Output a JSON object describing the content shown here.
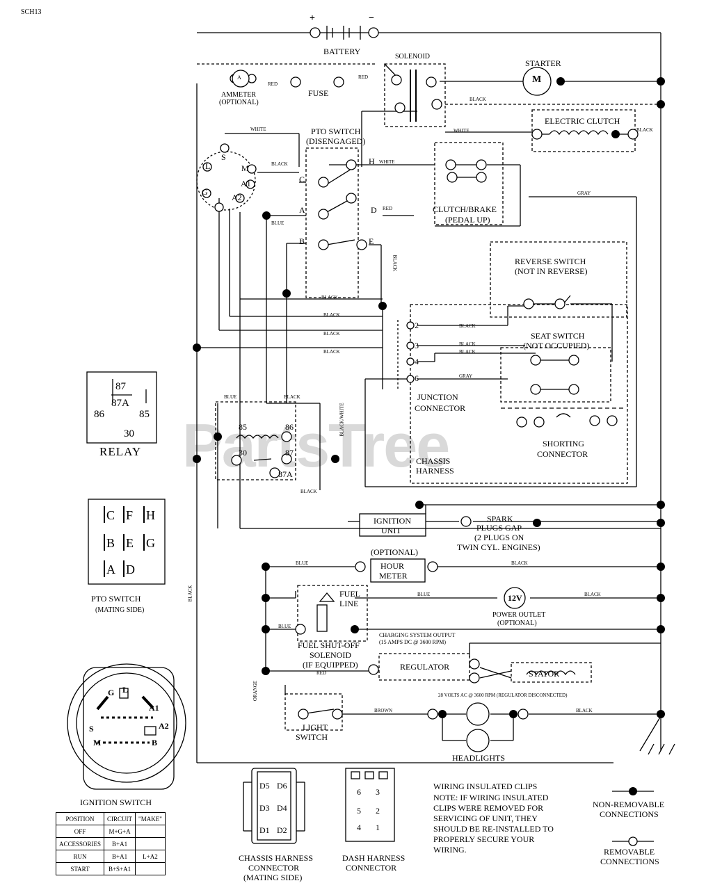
{
  "page_id": "SCH13",
  "watermark": "PartsTree",
  "components": {
    "battery": "BATTERY",
    "battery_plus": "+",
    "battery_minus": "−",
    "solenoid": "SOLENOID",
    "starter": "STARTER",
    "starter_m": "M",
    "ammeter": "AMMETER",
    "ammeter_opt": "(OPTIONAL)",
    "ammeter_a": "A",
    "fuse": "FUSE",
    "electric_clutch": "ELECTRIC CLUTCH",
    "pto_switch": "PTO SWITCH",
    "pto_state": "(DISENGAGED)",
    "clutch_brake": "CLUTCH/BRAKE",
    "clutch_brake_state": "(PEDAL UP)",
    "reverse_switch": "REVERSE SWITCH",
    "reverse_state": "(NOT IN REVERSE)",
    "seat_switch": "SEAT SWITCH",
    "seat_state": "(NOT OCCUPIED)",
    "junction1": "JUNCTION",
    "junction2": "CONNECTOR",
    "shorting1": "SHORTING",
    "shorting2": "CONNECTOR",
    "chassis1": "CHASSIS",
    "chassis2": "HARNESS",
    "ignition_unit1": "IGNITION",
    "ignition_unit2": "UNIT",
    "spark1": "SPARK",
    "spark2": "PLUGS GAP",
    "spark3": "(2 PLUGS ON",
    "spark4": "TWIN CYL. ENGINES)",
    "hour_opt": "(OPTIONAL)",
    "hour1": "HOUR",
    "hour2": "METER",
    "fuel_line1": "FUEL",
    "fuel_line2": "LINE",
    "power_outlet_v": "12V",
    "power_outlet1": "POWER OUTLET",
    "power_outlet2": "(OPTIONAL)",
    "fuel_sol1": "FUEL SHUT-OFF",
    "fuel_sol2": "SOLENOID",
    "fuel_sol3": "(IF EQUIPPED)",
    "charging1": "CHARGING SYSTEM OUTPUT",
    "charging2": "(15 AMPS DC @ 3600 RPM)",
    "regulator": "REGULATOR",
    "stator": "STATOR",
    "stator_note": "28 VOLTS AC @ 3600 RPM (REGULATOR DISCONNECTED)",
    "light_switch1": "LIGHT",
    "light_switch2": "SWITCH",
    "headlights": "HEADLIGHTS",
    "relay_title": "RELAY",
    "pto_mating1": "PTO SWITCH",
    "pto_mating2": "(MATING SIDE)",
    "ignition_switch": "IGNITION SWITCH",
    "chassis_conn1": "CHASSIS HARNESS",
    "chassis_conn2": "CONNECTOR",
    "chassis_conn3": "(MATING SIDE)",
    "dash_conn1": "DASH HARNESS",
    "dash_conn2": "CONNECTOR"
  },
  "relay_terminals": {
    "t87": "87",
    "t87a": "87A",
    "t86": "86",
    "t85": "85",
    "t30": "30"
  },
  "relay_inline": {
    "t85": "85",
    "t86": "86",
    "t30": "30",
    "t87": "87",
    "t87a": "87A"
  },
  "pto_pins": {
    "C": "C",
    "F": "F",
    "H": "H",
    "B": "B",
    "E": "E",
    "G": "G",
    "A": "A",
    "D": "D"
  },
  "pto_switch_pins": {
    "H": "H",
    "C": "C",
    "A": "A",
    "D": "D",
    "B": "B",
    "E": "E"
  },
  "ign_pins": {
    "S": "S",
    "M": "M",
    "G": "G",
    "L": "L",
    "A1": "A1",
    "A2": "A2",
    "B": "B"
  },
  "junction_pins": {
    "p2": "2",
    "p3": "3",
    "p4": "4",
    "p6": "6"
  },
  "conn_pins": {
    "d5": "D5",
    "d6": "D6",
    "d3": "D3",
    "d4": "D4",
    "d1": "D1",
    "d2": "D2",
    "g5": "5",
    "g6": "6",
    "g3": "3",
    "g2": "2",
    "g1": "1",
    "g4": "4"
  },
  "wire_colors": {
    "red": "RED",
    "black": "BLACK",
    "white": "WHITE",
    "gray": "GRAY",
    "blue": "BLUE",
    "orange": "ORANGE",
    "brown": "BROWN",
    "black_white": "BLACK/WHITE"
  },
  "ign_table": {
    "headers": [
      "POSITION",
      "CIRCUIT",
      "\"MAKE\""
    ],
    "rows": [
      [
        "OFF",
        "M+G+A",
        ""
      ],
      [
        "ACCESSORIES",
        "B+A1",
        ""
      ],
      [
        "RUN",
        "B+A1",
        "L+A2"
      ],
      [
        "START",
        "B+S+A1",
        ""
      ]
    ]
  },
  "notes": {
    "n1": "WIRING INSULATED CLIPS",
    "n2": "NOTE: IF WIRING INSULATED",
    "n3": "CLIPS WERE REMOVED FOR",
    "n4": "SERVICING OF UNIT, THEY",
    "n5": "SHOULD BE RE-INSTALLED TO",
    "n6": "PROPERLY SECURE YOUR",
    "n7": "WIRING."
  },
  "legend": {
    "nonrem1": "NON-REMOVABLE",
    "nonrem2": "CONNECTIONS",
    "rem1": "REMOVABLE",
    "rem2": "CONNECTIONS"
  }
}
